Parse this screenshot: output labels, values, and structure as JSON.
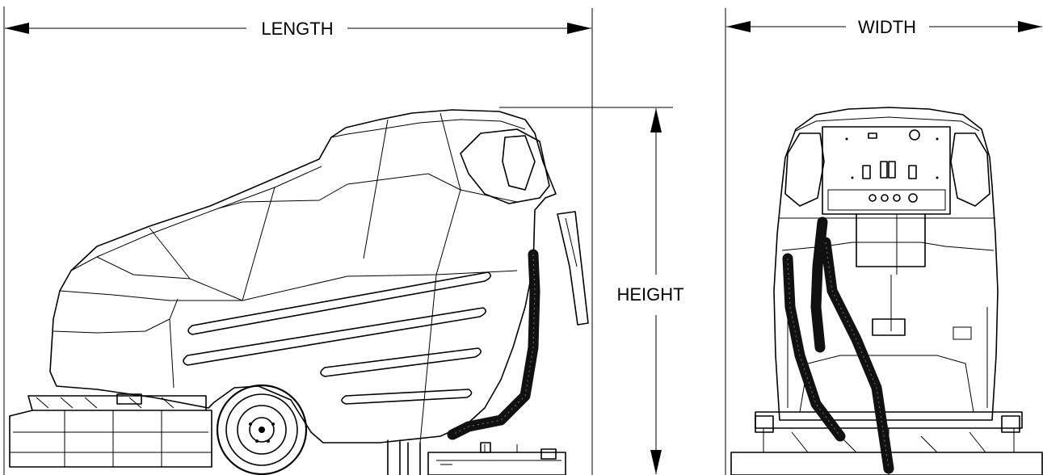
{
  "dimensions": {
    "length_label": "LENGTH",
    "width_label": "WIDTH",
    "height_label": "HEIGHT"
  }
}
